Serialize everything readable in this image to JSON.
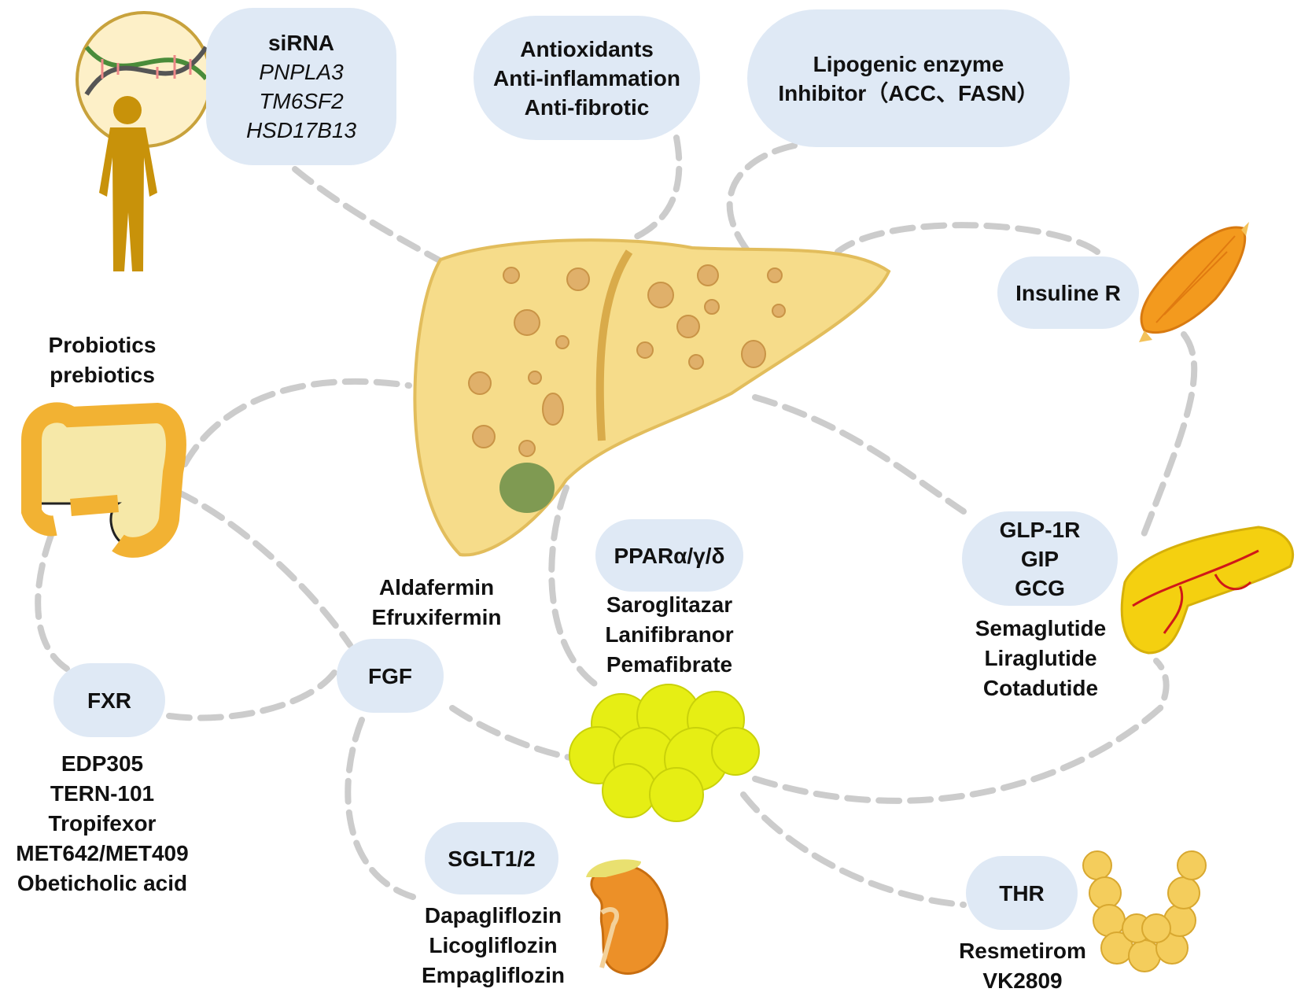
{
  "targets": {
    "sirna": {
      "title": "siRNA",
      "genes": [
        "PNPLA3",
        "TM6SF2",
        "HSD17B13"
      ]
    },
    "antioxidants": {
      "lines": [
        "Antioxidants",
        "Anti-inflammation",
        "Anti-fibrotic"
      ]
    },
    "lipogenic": {
      "lines": [
        "Lipogenic  enzyme",
        "Inhibitor（ACC、FASN）"
      ]
    },
    "insulin": {
      "label": "Insuline  R"
    },
    "glp": {
      "lines": [
        "GLP-1R",
        "GIP",
        "GCG"
      ],
      "drugs": [
        "Semaglutide",
        "Liraglutide",
        "Cotadutide"
      ]
    },
    "probiotics": {
      "lines": [
        "Probiotics",
        "prebiotics"
      ]
    },
    "fgf": {
      "label": "FGF",
      "drugs": [
        "Aldafermin",
        "Efruxifermin"
      ]
    },
    "ppar": {
      "label": "PPARα/γ/δ",
      "drugs": [
        "Saroglitazar",
        "Lanifibranor",
        "Pemafibrate"
      ]
    },
    "fxr": {
      "label": "FXR",
      "drugs": [
        "EDP305",
        "TERN-101",
        "Tropifexor",
        "MET642/MET409",
        "Obeticholic  acid"
      ]
    },
    "sglt": {
      "label": "SGLT1/2",
      "drugs": [
        "Dapagliflozin",
        "Licogliflozin",
        "Empagliflozin"
      ]
    },
    "thr": {
      "label": "THR",
      "drugs": [
        "Resmetirom",
        "VK2809"
      ]
    }
  },
  "icons": [
    "human-dna-icon",
    "liver-icon",
    "muscle-icon",
    "intestine-icon",
    "pancreas-icon",
    "adipose-icon",
    "kidney-icon",
    "thyroid-icon"
  ],
  "colors": {
    "bubble": "#dfe9f5",
    "connector": "#cccccc",
    "liver": "#f6dc8a",
    "fat": "#e6ee14",
    "muscle": "#f39a1e",
    "gold_figure": "#c8920a"
  }
}
